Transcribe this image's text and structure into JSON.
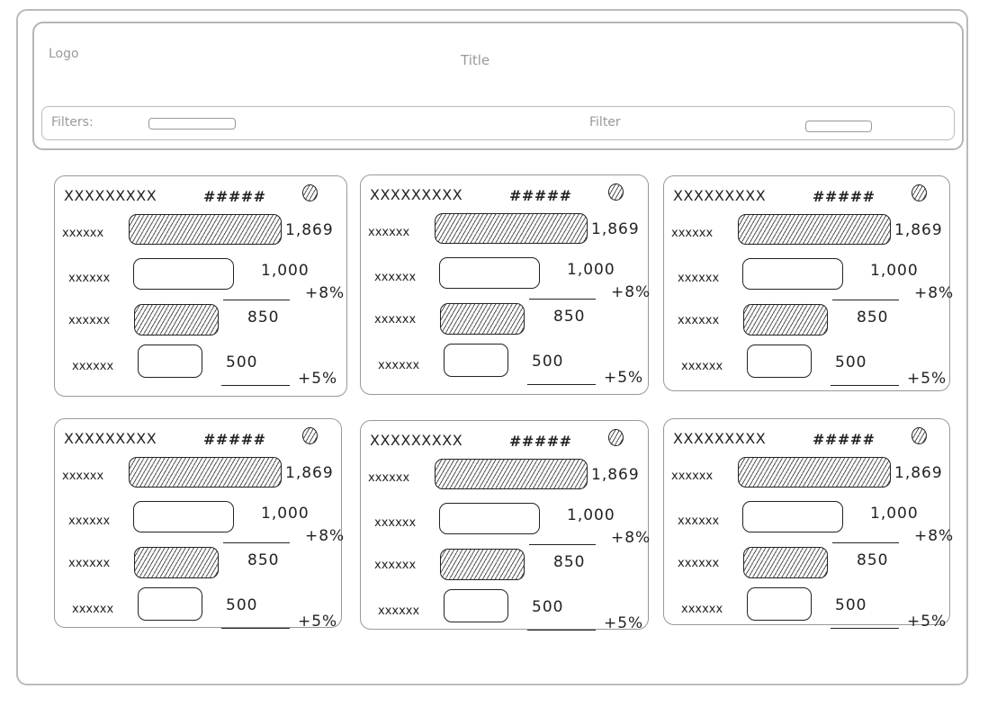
{
  "header": {
    "logo": "Logo",
    "title": "Title"
  },
  "filters": {
    "label": "Filters:",
    "filter_label": "Filter"
  },
  "cards": [
    {
      "title": "XXXXXXXXX",
      "code": "#####",
      "rows": [
        {
          "label": "xxxxxx",
          "value": "1,869"
        },
        {
          "label": "xxxxxx",
          "value": "1,000"
        },
        {
          "label": "xxxxxx",
          "value": "850"
        },
        {
          "label": "xxxxxx",
          "value": "500"
        }
      ],
      "change1": "+8%",
      "change2": "+5%"
    },
    {
      "title": "XXXXXXXXX",
      "code": "#####",
      "rows": [
        {
          "label": "xxxxxx",
          "value": "1,869"
        },
        {
          "label": "xxxxxx",
          "value": "1,000"
        },
        {
          "label": "xxxxxx",
          "value": "850"
        },
        {
          "label": "xxxxxx",
          "value": "500"
        }
      ],
      "change1": "+8%",
      "change2": "+5%"
    },
    {
      "title": "XXXXXXXXX",
      "code": "#####",
      "rows": [
        {
          "label": "xxxxxx",
          "value": "1,869"
        },
        {
          "label": "xxxxxx",
          "value": "1,000"
        },
        {
          "label": "xxxxxx",
          "value": "850"
        },
        {
          "label": "xxxxxx",
          "value": "500"
        }
      ],
      "change1": "+8%",
      "change2": "+5%"
    },
    {
      "title": "XXXXXXXXX",
      "code": "#####",
      "rows": [
        {
          "label": "xxxxxx",
          "value": "1,869"
        },
        {
          "label": "xxxxxx",
          "value": "1,000"
        },
        {
          "label": "xxxxxx",
          "value": "850"
        },
        {
          "label": "xxxxxx",
          "value": "500"
        }
      ],
      "change1": "+8%",
      "change2": "+5%"
    },
    {
      "title": "XXXXXXXXX",
      "code": "#####",
      "rows": [
        {
          "label": "xxxxxx",
          "value": "1,869"
        },
        {
          "label": "xxxxxx",
          "value": "1,000"
        },
        {
          "label": "xxxxxx",
          "value": "850"
        },
        {
          "label": "xxxxxx",
          "value": "500"
        }
      ],
      "change1": "+8%",
      "change2": "+5%"
    },
    {
      "title": "XXXXXXXXX",
      "code": "#####",
      "rows": [
        {
          "label": "xxxxxx",
          "value": "1,869"
        },
        {
          "label": "xxxxxx",
          "value": "1,000"
        },
        {
          "label": "xxxxxx",
          "value": "850"
        },
        {
          "label": "xxxxxx",
          "value": "500"
        }
      ],
      "change1": "+8%",
      "change2": "+5%"
    }
  ]
}
